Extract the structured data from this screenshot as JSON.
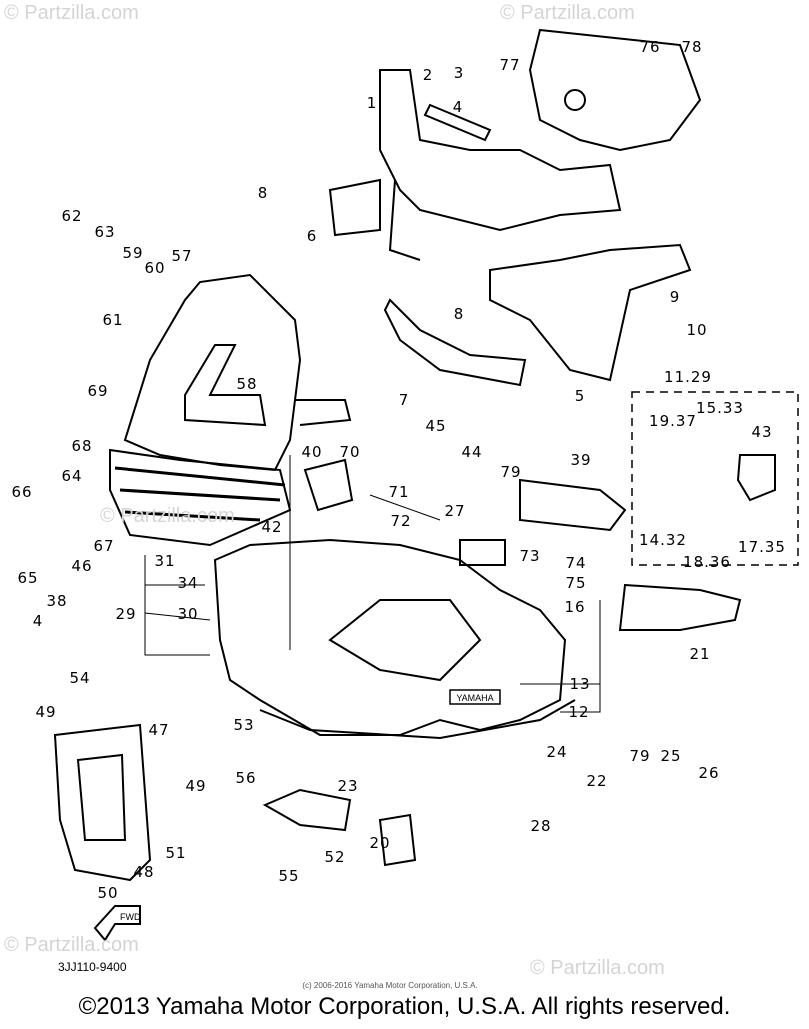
{
  "callouts": [
    "1",
    "2",
    "3",
    "4",
    "77",
    "76",
    "78",
    "8",
    "6",
    "62",
    "63",
    "59",
    "60",
    "57",
    "61",
    "8",
    "9",
    "10",
    "7",
    "5",
    "11.29",
    "15.33",
    "19.37",
    "43",
    "58",
    "69",
    "68",
    "64",
    "66",
    "65",
    "67",
    "45",
    "44",
    "79",
    "39",
    "40",
    "70",
    "71",
    "72",
    "27",
    "73",
    "74",
    "75",
    "42",
    "31",
    "34",
    "46",
    "29",
    "30",
    "38",
    "4",
    "16",
    "14.32",
    "18.36",
    "17.35",
    "21",
    "13",
    "12",
    "54",
    "47",
    "53",
    "79",
    "25",
    "26",
    "49",
    "49",
    "56",
    "23",
    "24",
    "22",
    "20",
    "28",
    "51",
    "48",
    "52",
    "55",
    "50"
  ],
  "diagram_code": "3JJ110-9400",
  "embedded_copyright": "(c) 2006-2016 Yamaha Motor Corporation, U.S.A.",
  "footer": "©2013 Yamaha Motor Corporation, U.S.A. All rights reserved.",
  "watermark": "© Partzilla.com",
  "fairing_logo": "YAMAHA",
  "front_arrow": "FWD"
}
